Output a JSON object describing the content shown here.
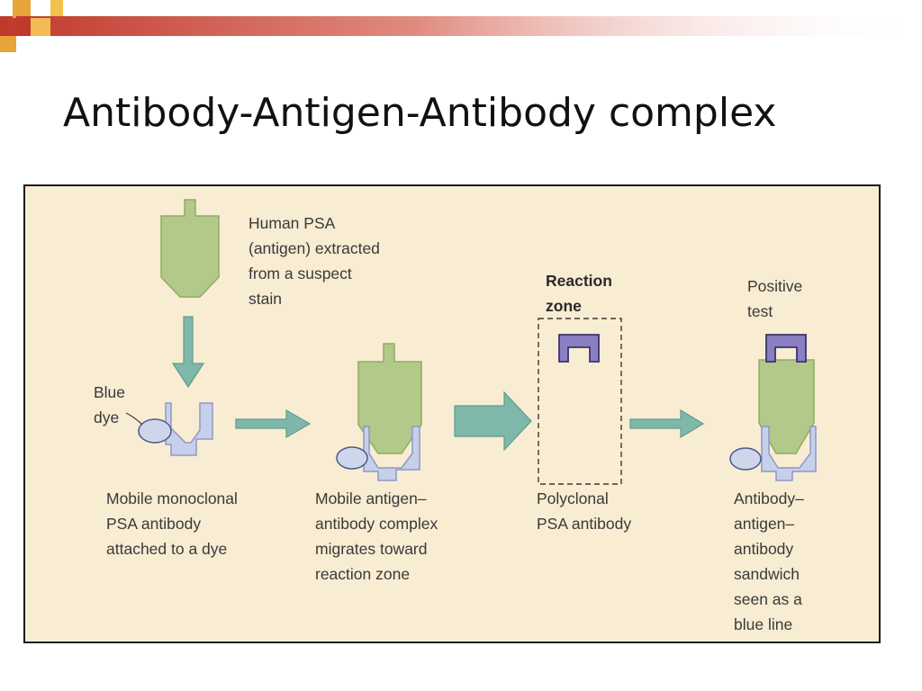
{
  "slide": {
    "title": "Antibody-Antigen-Antibody complex"
  },
  "diagram": {
    "labels": {
      "antigen": "Human PSA\n(antigen) extracted\nfrom a suspect\nstain",
      "dye": "Blue\ndye",
      "reaction_zone": "Reaction\nzone",
      "positive_test": "Positive\ntest",
      "step1_caption": "Mobile monoclonal\nPSA antibody\nattached to a dye",
      "step2_caption": "Mobile antigen–\nantibody complex\nmigrates toward\nreaction zone",
      "step3_caption": "Polyclonal\nPSA antibody",
      "step4_caption": "Antibody–\nantigen–\nantibody\nsandwich\nseen as a\nblue line"
    },
    "colors": {
      "antigen_green": "#b2c98a",
      "antigen_green_edge": "#8fac63",
      "antibody_blue": "#c7d0ea",
      "antibody_blue_edge": "#8d97c8",
      "dye_blue": "#cfd6ec",
      "dye_edge": "#4a5a8a",
      "polyclonal_purple": "#8a7fc2",
      "polyclonal_edge": "#3b3370",
      "arrow_teal": "#7fb8ab",
      "arrow_teal_edge": "#5f9b8e",
      "panel_bg": "#f8ecd2",
      "accent_red": "#c0392b",
      "accent_orange": "#e8a33a"
    },
    "icons": [
      "antigen-shape",
      "monoclonal-antibody-shape",
      "dye-bead",
      "polyclonal-antibody-shape",
      "flow-arrow"
    ]
  }
}
